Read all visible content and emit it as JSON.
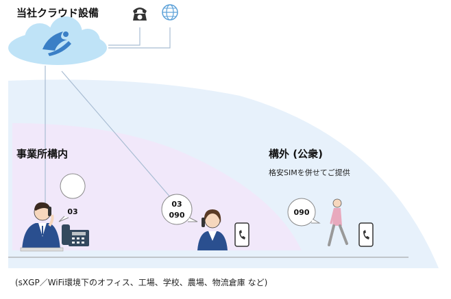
{
  "cloud": {
    "title": "当社クラウド設備"
  },
  "zones": {
    "office_label": "事業所構内",
    "outdoor_label": "構外 (公衆)",
    "outdoor_sub": "格安SIMを併せてご提供"
  },
  "bubbles": {
    "office": [
      "03"
    ],
    "middle": [
      "03",
      "090"
    ],
    "walker": [
      "090"
    ]
  },
  "footer": {
    "caption": "(sXGP／WiFi環境下のオフィス、工場、学校、農場、物流倉庫 など)"
  },
  "colors": {
    "cloud": "#bfe3f7",
    "cloud_logo": "#3a7fc6",
    "outer_zone": "#e7f1fb",
    "inner_zone": "#f1e8fa",
    "link": "#a8bcd2",
    "phone_dark": "#34495e",
    "suit": "#2a4f8f"
  },
  "icons": [
    "rotary-phone-icon",
    "globe-icon",
    "desk-phone-icon",
    "smartphone-icon"
  ]
}
